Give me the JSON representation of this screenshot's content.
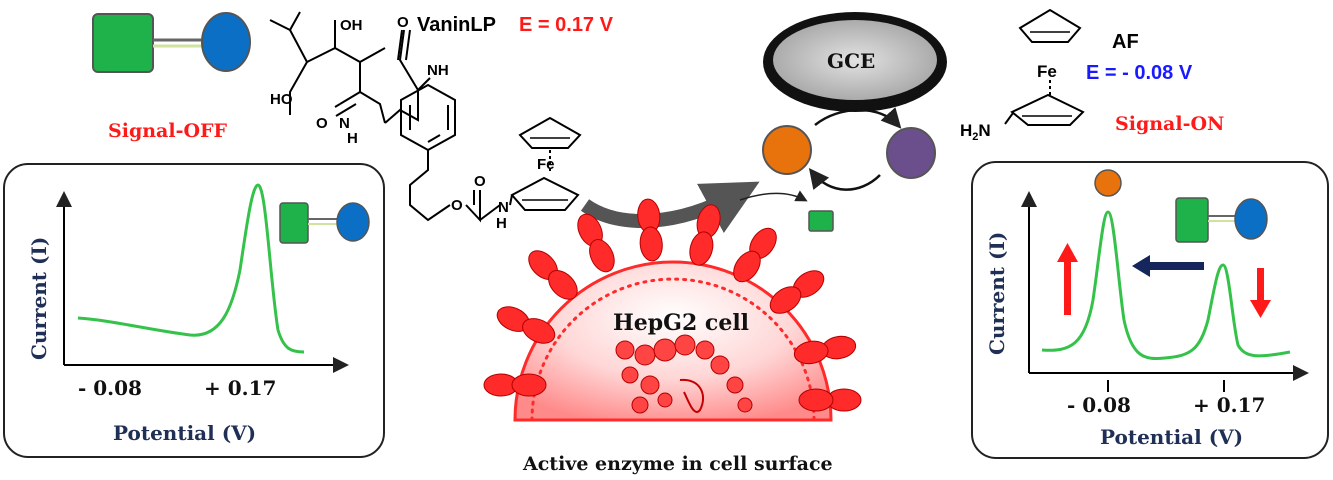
{
  "labels": {
    "signal_off": "Signal-OFF",
    "signal_on": "Signal-ON",
    "probe_name": "VaninLP",
    "probe_potential": "E = 0.17 V",
    "product_name": "AF",
    "product_potential": "E = - 0.08 V",
    "electrode": "GCE",
    "cell": "HepG2 cell",
    "caption": "Active enzyme in cell surface"
  },
  "chem": {
    "oh": "OH",
    "ho": "HO",
    "nh": "NH",
    "n": "N",
    "h": "H",
    "o": "O",
    "fe": "Fe",
    "h2n": "H",
    "h2n_sub": "2",
    "h2n_n": "N"
  },
  "left_plot": {
    "ylabel": "Current (I)",
    "xlabel": "Potential (V)",
    "tick1": "- 0.08",
    "tick2": "+ 0.17"
  },
  "right_plot": {
    "ylabel": "Current (I)",
    "xlabel": "Potential (V)",
    "tick1": "- 0.08",
    "tick2": "+ 0.17"
  },
  "colors": {
    "red": "#ff1a1a",
    "blue": "#1a1aff",
    "green": "#22b14c",
    "probe_green": "#1fb24a",
    "probe_blue": "#0b6fc6",
    "orange": "#e8720c",
    "purple": "#6a4f8c",
    "navy": "#14265c",
    "trace": "#35c24a"
  }
}
